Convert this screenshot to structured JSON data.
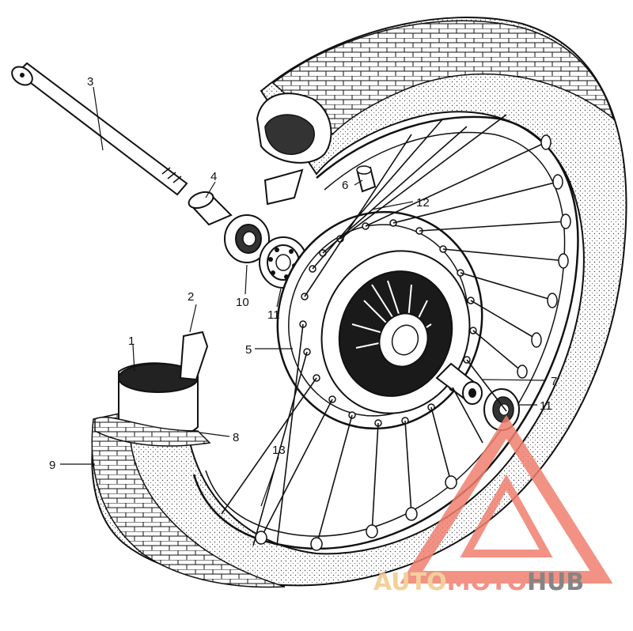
{
  "diagram": {
    "callouts": [
      {
        "id": "1",
        "label": "1"
      },
      {
        "id": "2",
        "label": "2"
      },
      {
        "id": "3",
        "label": "3"
      },
      {
        "id": "4",
        "label": "4"
      },
      {
        "id": "5",
        "label": "5"
      },
      {
        "id": "6",
        "label": "6"
      },
      {
        "id": "7",
        "label": "7"
      },
      {
        "id": "8",
        "label": "8"
      },
      {
        "id": "9",
        "label": "9"
      },
      {
        "id": "10",
        "label": "10"
      },
      {
        "id": "11a",
        "label": "11"
      },
      {
        "id": "11b",
        "label": "11"
      },
      {
        "id": "12",
        "label": "12"
      },
      {
        "id": "13",
        "label": "13"
      }
    ]
  },
  "watermark": {
    "word_part1": "AUTO",
    "word_part2": "MOTO",
    "word_part3": "HUB",
    "color_part1": "#f2c88a",
    "color_part2": "#f08070",
    "color_part3": "#707070",
    "triangle_color": "#f08070"
  },
  "colors": {
    "ink": "#111111",
    "paper": "#ffffff"
  }
}
